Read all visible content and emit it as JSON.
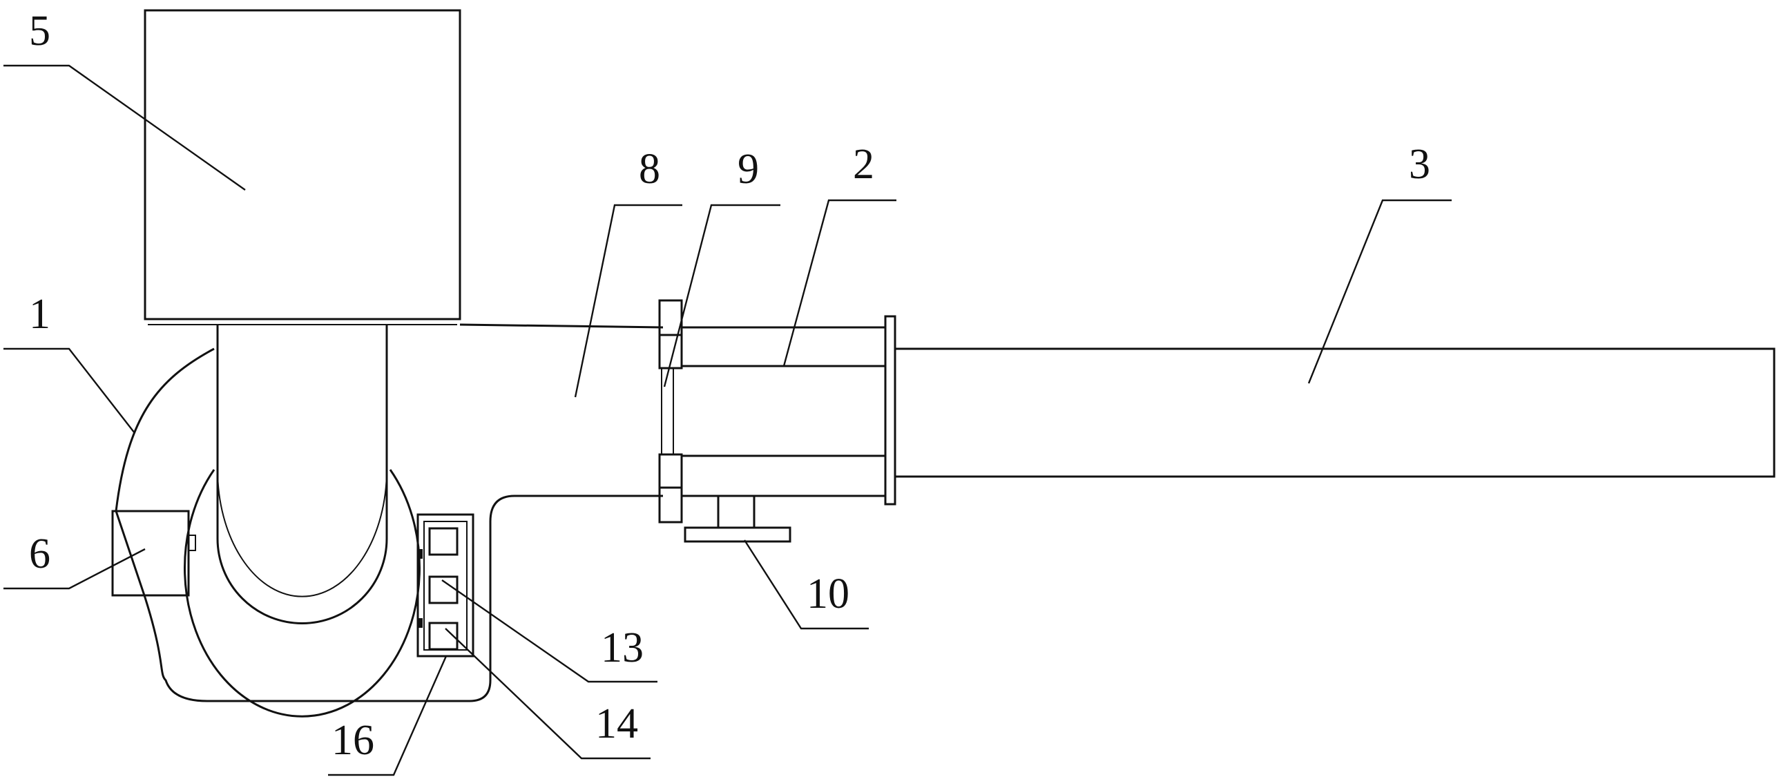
{
  "labels": {
    "l1": "1",
    "l2": "2",
    "l3": "3",
    "l5": "5",
    "l6": "6",
    "l8": "8",
    "l9": "9",
    "l10": "10",
    "l13": "13",
    "l14": "14",
    "l16": "16"
  },
  "colors": {
    "line": "#111111",
    "background": "#ffffff"
  }
}
